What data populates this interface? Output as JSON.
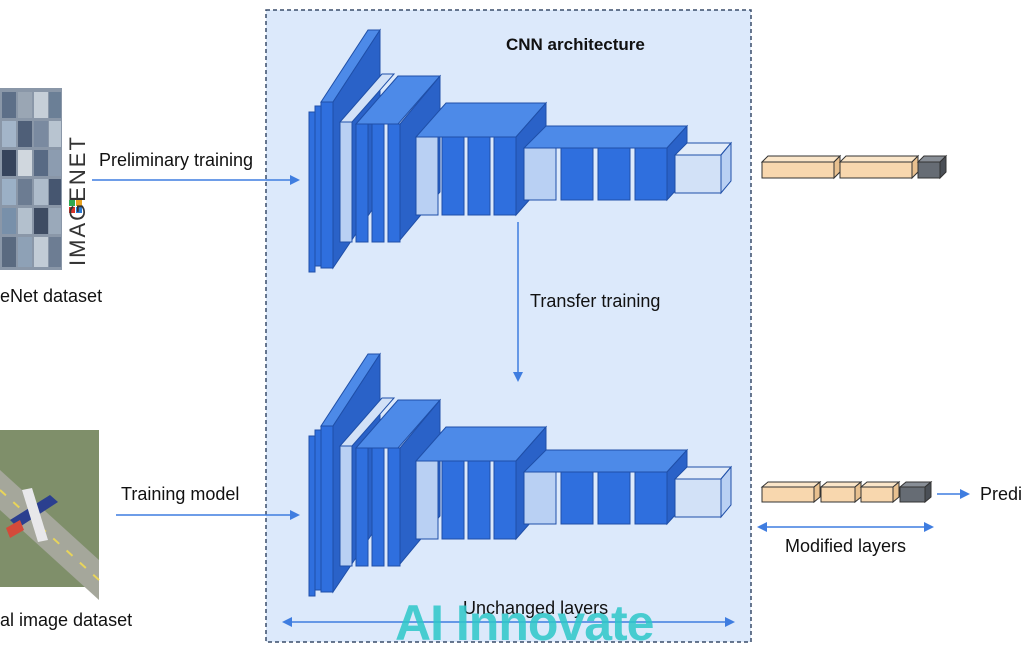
{
  "diagram": {
    "title": "CNN architecture",
    "imagenet": {
      "logo_text": "IMAGENET",
      "caption": "eNet dataset"
    },
    "aerial": {
      "caption": "al image dataset"
    },
    "arrows": {
      "preliminary_training": "Preliminary training",
      "training_model": "Training model",
      "transfer_training": "Transfer training",
      "prediction": "Predi"
    },
    "brackets": {
      "modified_layers": "Modified layers",
      "unchanged_layers": "Unchanged layers"
    },
    "watermark": "AI Innovate",
    "colors": {
      "panel_bg": "#dce9fb",
      "panel_border": "#3a4d6b",
      "layer_blue": "#2f6fde",
      "layer_light": "#b9d0f3",
      "fc_tan": "#f8d7ae",
      "fc_gray": "#666c74",
      "arrow_blue": "#3f7de0",
      "watermark": "#2ec7c9"
    }
  }
}
